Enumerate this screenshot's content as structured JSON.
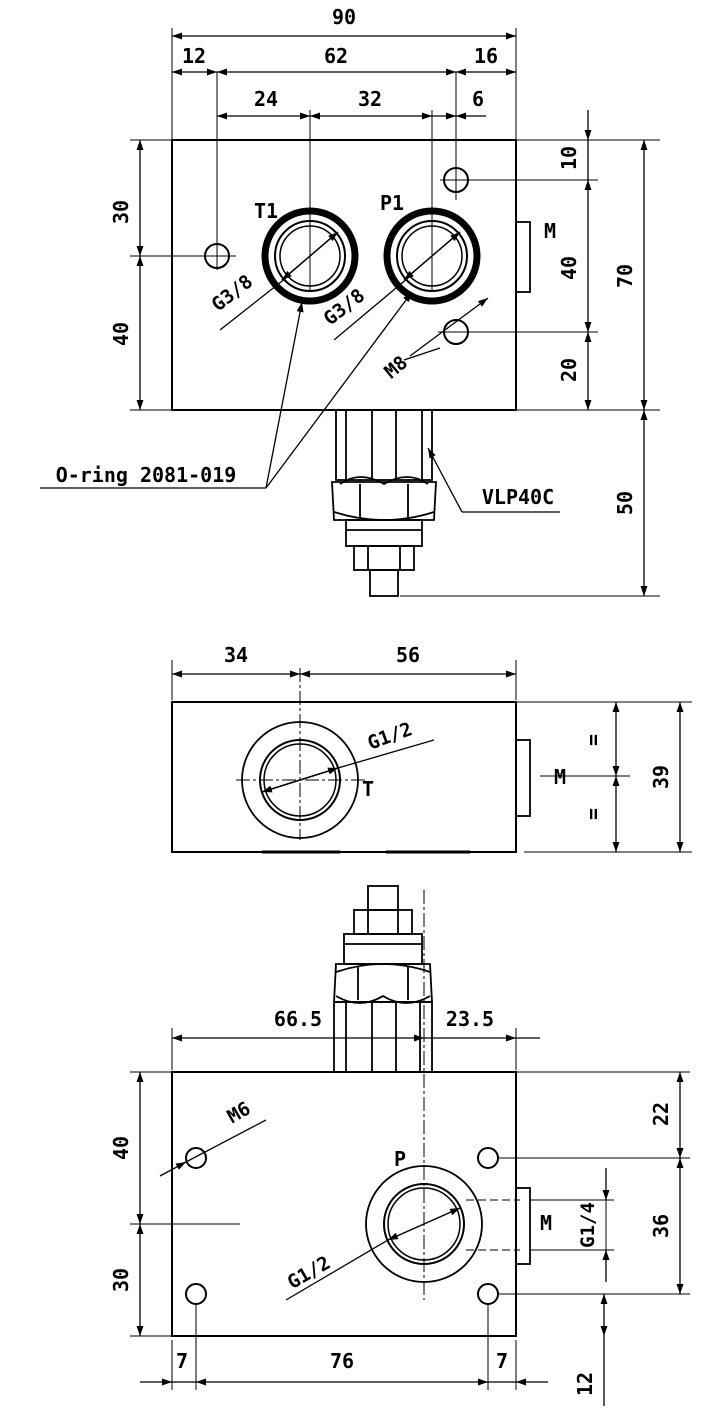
{
  "top_view": {
    "dim_overall_width": "90",
    "dim_left": "12",
    "dim_middle": "62",
    "dim_right": "16",
    "dim_t1_offset": "24",
    "dim_port_spacing": "32",
    "dim_hole_offset": "6",
    "dim_left_upper": "30",
    "dim_left_lower": "40",
    "dim_right_top": "10",
    "dim_right_middle": "40",
    "dim_right_bottom": "20",
    "dim_height": "70",
    "dim_cartridge": "50",
    "label_t1": "T1",
    "label_p1": "P1",
    "label_m": "M",
    "thread_t1": "G3/8",
    "thread_p1": "G3/8",
    "thread_hole": "M8",
    "oring": "O-ring 2081-019",
    "cartridge": "VLP40C"
  },
  "side_view": {
    "dim_left": "34",
    "dim_right": "56",
    "dim_height": "39",
    "thread": "G1/2",
    "label_t": "T",
    "label_m": "M",
    "equal_upper": "=",
    "equal_lower": "="
  },
  "front_view": {
    "dim_left": "66.5",
    "dim_right": "23.5",
    "dim_left_upper": "40",
    "dim_left_lower": "30",
    "dim_right_top": "22",
    "dim_right_middle": "36",
    "dim_gauge": "G1/4",
    "dim_bottom_left": "7",
    "dim_bottom_middle": "76",
    "dim_bottom_right": "7",
    "dim_bottom_height": "12",
    "thread_hole": "M6",
    "thread_port": "G1/2",
    "label_p": "P",
    "label_m": "M"
  }
}
